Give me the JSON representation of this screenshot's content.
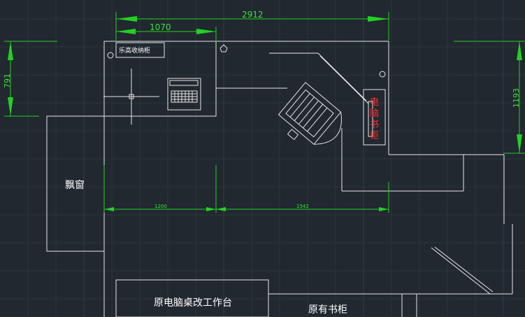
{
  "colors": {
    "background": "#212830",
    "lines": "#e6e6e6",
    "dimension": "#22d122",
    "highlight_text": "#ff3030"
  },
  "dimensions": {
    "overall_width": "2912",
    "upper_left": "1070",
    "left_height": "791",
    "right_height": "1193",
    "lower_left": "1200",
    "lower_right": "1542"
  },
  "labels": {
    "storage_cabinet": "乐高收纳柜",
    "bay_window": "飘窗",
    "computer_desk": "原电脑桌改工作台",
    "bookcase": "原有书柜",
    "vertical_red": [
      "电",
      "脑",
      "书",
      "柜"
    ]
  }
}
